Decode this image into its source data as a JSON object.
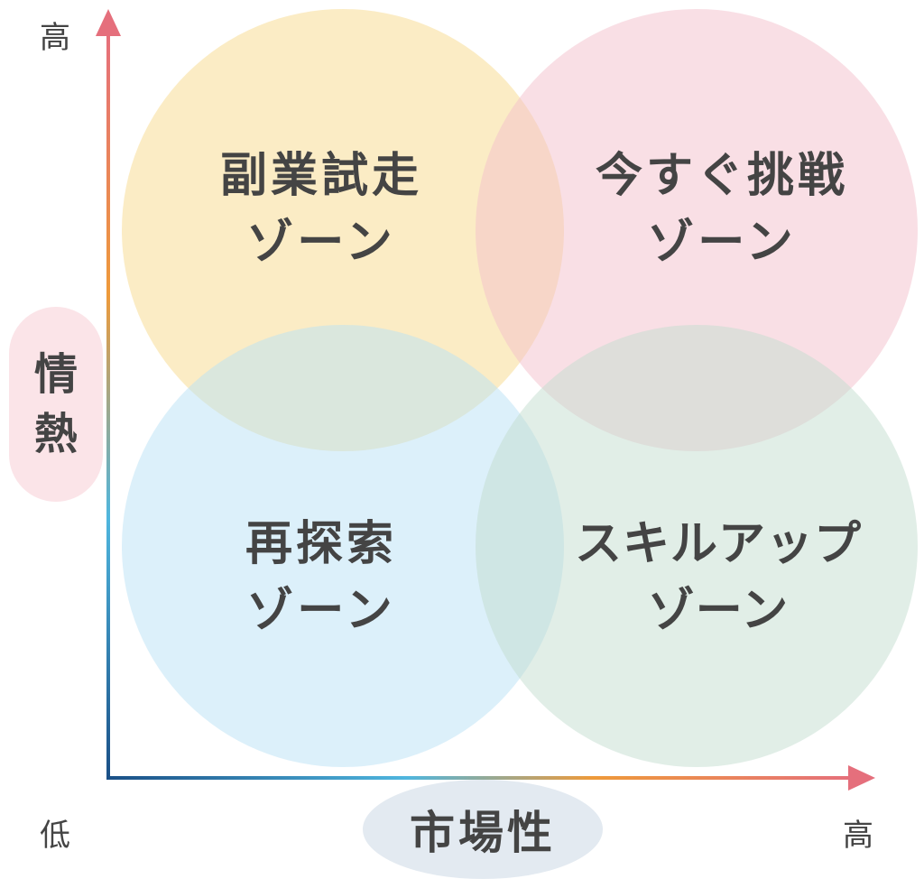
{
  "colors": {
    "zone_top_left": "#f9df9f",
    "zone_top_right": "#f4c0cc",
    "zone_bottom_left": "#b9e1f6",
    "zone_bottom_right": "#c3ddd0",
    "arrow_red": "#e56f7c",
    "arrow_orange": "#ee9a3a",
    "arrow_blue": "#4fb6de",
    "arrow_navy": "#1a4f86",
    "y_pill": "#fbe4e8",
    "x_pill": "#e3eaf1"
  },
  "y_axis": {
    "label_chars": [
      "情",
      "熱"
    ],
    "high": "高",
    "low": "低"
  },
  "x_axis": {
    "label": "市場性",
    "high": "高"
  },
  "zones": [
    {
      "line1": "副業試走",
      "line2": "ゾーン"
    },
    {
      "line1": "今すぐ挑戦",
      "line2": "ゾーン"
    },
    {
      "line1": "再探索",
      "line2": "ゾーン"
    },
    {
      "line1": "スキルアップ",
      "line2": "ゾーン"
    }
  ]
}
